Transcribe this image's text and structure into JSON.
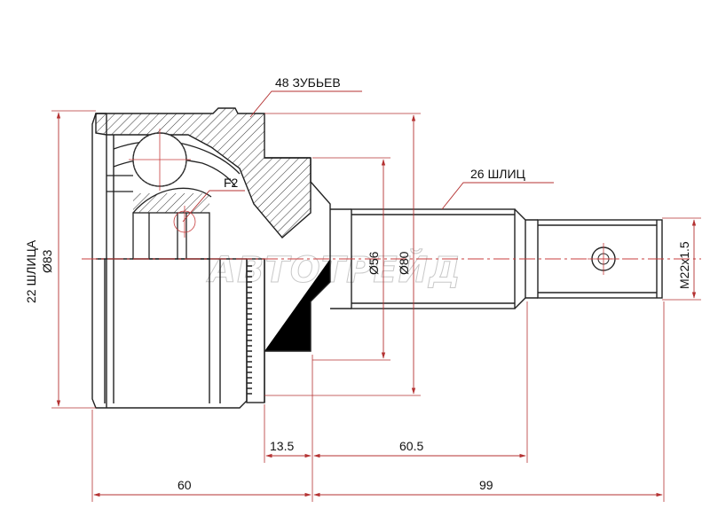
{
  "labels": {
    "teeth": "48 ЗУБЬЕВ",
    "outer_splines": "26 ШЛИЦ",
    "inner_splines": "22 ШЛИЦА",
    "diameter_83": "Ø83",
    "diameter_56": "Ø56",
    "diameter_80": "Ø80",
    "thread": "M22x1.5",
    "f2": "F2"
  },
  "dimensions": {
    "d_13_5": "13.5",
    "d_60_5": "60.5",
    "d_60": "60",
    "d_99": "99"
  },
  "watermark": "АВТОТРЕЙД",
  "colors": {
    "line": "#222222",
    "centerline": "#c83c3c",
    "dimension": "#b43232",
    "hatch": "#333333"
  }
}
